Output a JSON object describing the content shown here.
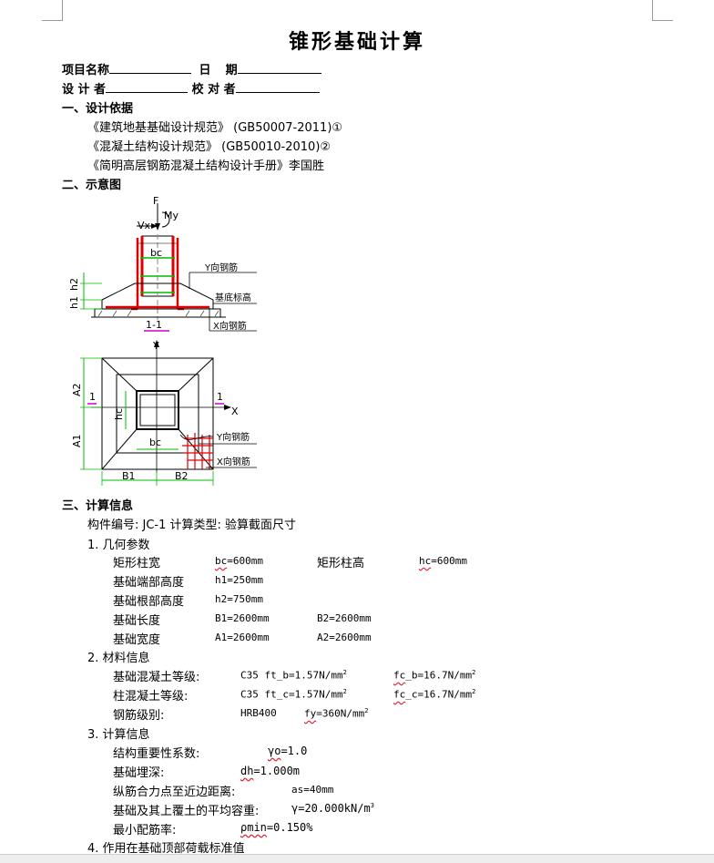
{
  "title": "锥形基础计算",
  "header": {
    "project_label": "项目名称",
    "date_label_1": "日",
    "date_label_2": "期",
    "designer_label": "设 计 者",
    "checker_label": "校 对 者"
  },
  "section1": {
    "heading": "一、设计依据",
    "items": [
      "《建筑地基基础设计规范》 (GB50007-2011)①",
      "《混凝土结构设计规范》   (GB50010-2010)②",
      "《简明高层钢筋混凝土结构设计手册》李国胜"
    ]
  },
  "section2": {
    "heading": "二、示意图",
    "labels": {
      "F": "F",
      "Vx": "Vx",
      "My": "My",
      "bc": "bc",
      "h1": "h1",
      "h2": "h2",
      "y_rebar": "Y向钢筋",
      "base_elev": "基底标高",
      "x_rebar": "X向钢筋",
      "section": "1-1",
      "Y": "Y",
      "X": "X",
      "A1": "A1",
      "A2": "A2",
      "hc": "hc",
      "one": "1",
      "B1": "B1",
      "B2": "B2"
    }
  },
  "section3": {
    "heading": "三、计算信息",
    "component": "构件编号: JC-1   计算类型: 验算截面尺寸",
    "geo": {
      "heading": "1. 几何参数",
      "col_width_label": "矩形柱宽",
      "col_width_var": "bc",
      "col_width_val": "=600mm",
      "col_height_label": "矩形柱高",
      "col_height_var": "hc",
      "col_height_val": "=600mm",
      "h1_label": "基础端部高度",
      "h1_val": "h1=250mm",
      "h2_label": "基础根部高度",
      "h2_val": "h2=750mm",
      "length_label": "基础长度",
      "b1_val": "B1=2600mm",
      "b2_val": "B2=2600mm",
      "width_label": "基础宽度",
      "a1_val": "A1=2600mm",
      "a2_val": "A2=2600mm"
    },
    "mat": {
      "heading": "2. 材料信息",
      "base_conc_label": "基础混凝土等级:",
      "base_conc_val": "C35  ft_b=1.57N/mm",
      "base_fc_var": "fc",
      "base_fc_val": "_b=16.7N/mm",
      "col_conc_label": "柱混凝土等级:",
      "col_conc_val": "C35  ft_c=1.57N/mm",
      "col_fc_var": "fc",
      "col_fc_val": "_c=16.7N/mm",
      "sup2": "2",
      "steel_label": "钢筋级别:",
      "steel_val": "HRB400",
      "fy_var": "fy",
      "fy_val": "=360N/mm"
    },
    "calc": {
      "heading": "3. 计算信息",
      "gamma0_label": "结构重要性系数:",
      "gamma0_var": "γo",
      "gamma0_val": "=1.0",
      "depth_label": "基础埋深:",
      "depth_var": "dh",
      "depth_val": "=1.000m",
      "as_label": "纵筋合力点至近边距离:",
      "as_val": "as=40mm",
      "gamma_label": "基础及其上覆土的平均容重:",
      "gamma_val": "γ=20.000kN/m",
      "sup3": "3",
      "rho_label": "最小配筋率:",
      "rho_var": "ρmin",
      "rho_val": "=0.150%"
    },
    "load_heading": "4. 作用在基础顶部荷载标准值"
  }
}
